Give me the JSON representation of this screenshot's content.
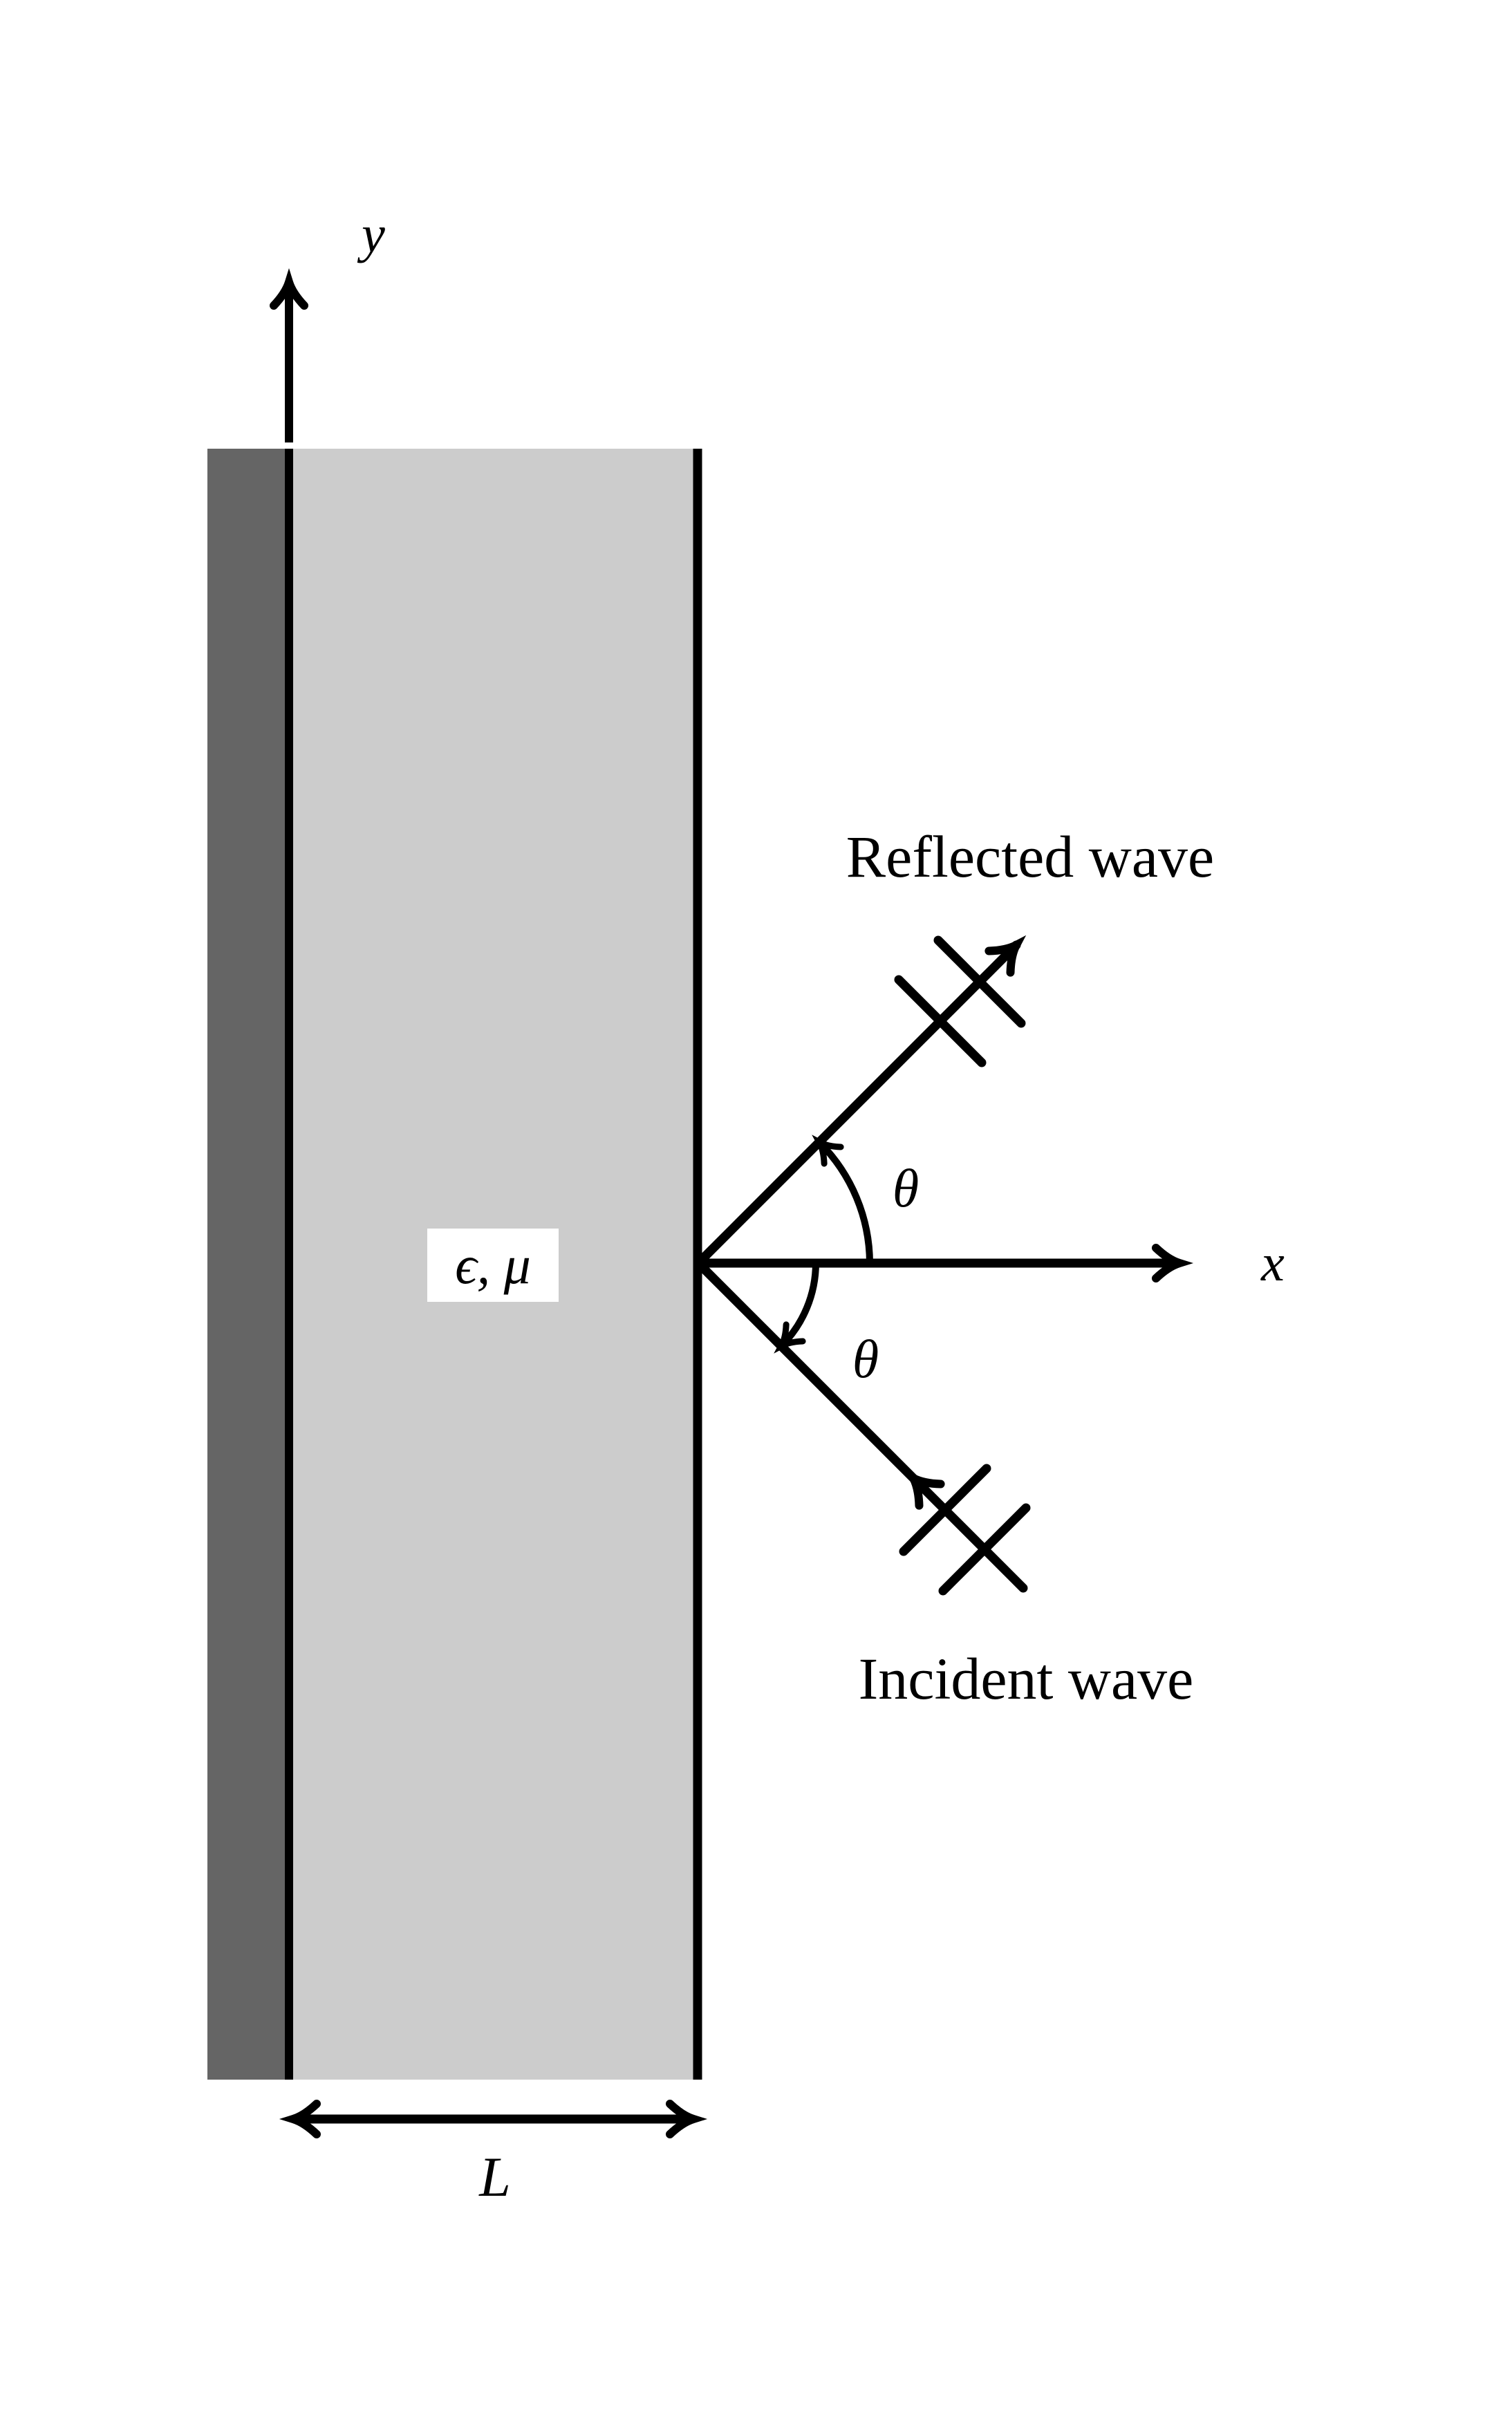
{
  "diagram": {
    "description": "Plane wave incident on a dielectric slab with reflection geometry",
    "labels": {
      "y_axis": "y",
      "x_axis": "x",
      "reflected_wave": "Reflected wave",
      "incident_wave": "Incident wave",
      "theta_reflected": "θ",
      "theta_incident": "θ",
      "material": "ϵ, μ",
      "thickness": "L"
    },
    "colors": {
      "background": "#ffffff",
      "slab_fill": "#cccccc",
      "backing_fill": "#656565",
      "line": "#000000",
      "label_box_fill": "#ffffff"
    }
  }
}
